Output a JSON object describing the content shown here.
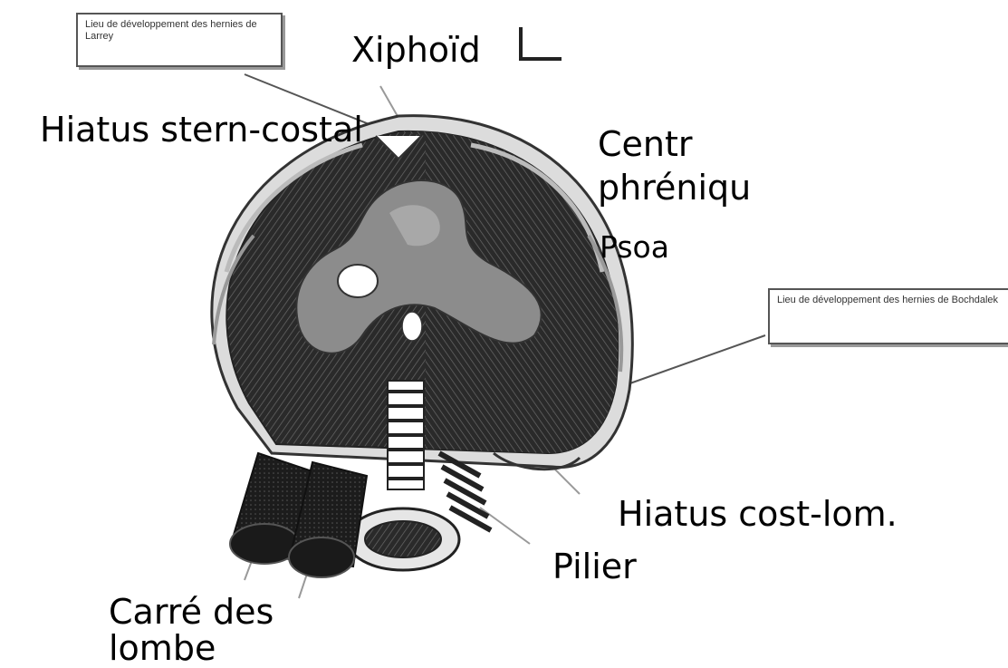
{
  "callouts": {
    "larrey": "Lieu de développement des hernies de Larrey",
    "bochdalek": "Lieu de développement des hernies de Bochdalek"
  },
  "labels": {
    "xiphoid": "Xiphoïd",
    "hiatus_sterno_costal": "Hiatus stern-costal",
    "centre_phrenique_1": "Centr",
    "centre_phrenique_2": "phréniqu",
    "psoas": "Psoa",
    "hiatus_costo_lombaire": "Hiatus cost-lom.",
    "pilier": "Pilier",
    "carre_des_lombes_1": "Carré des",
    "carre_des_lombes_2": "lombe"
  },
  "colors": {
    "muscle": "#2a2a2a",
    "tendon": "#8c8c8c",
    "bone": "#ffffff",
    "line": "#555555"
  }
}
